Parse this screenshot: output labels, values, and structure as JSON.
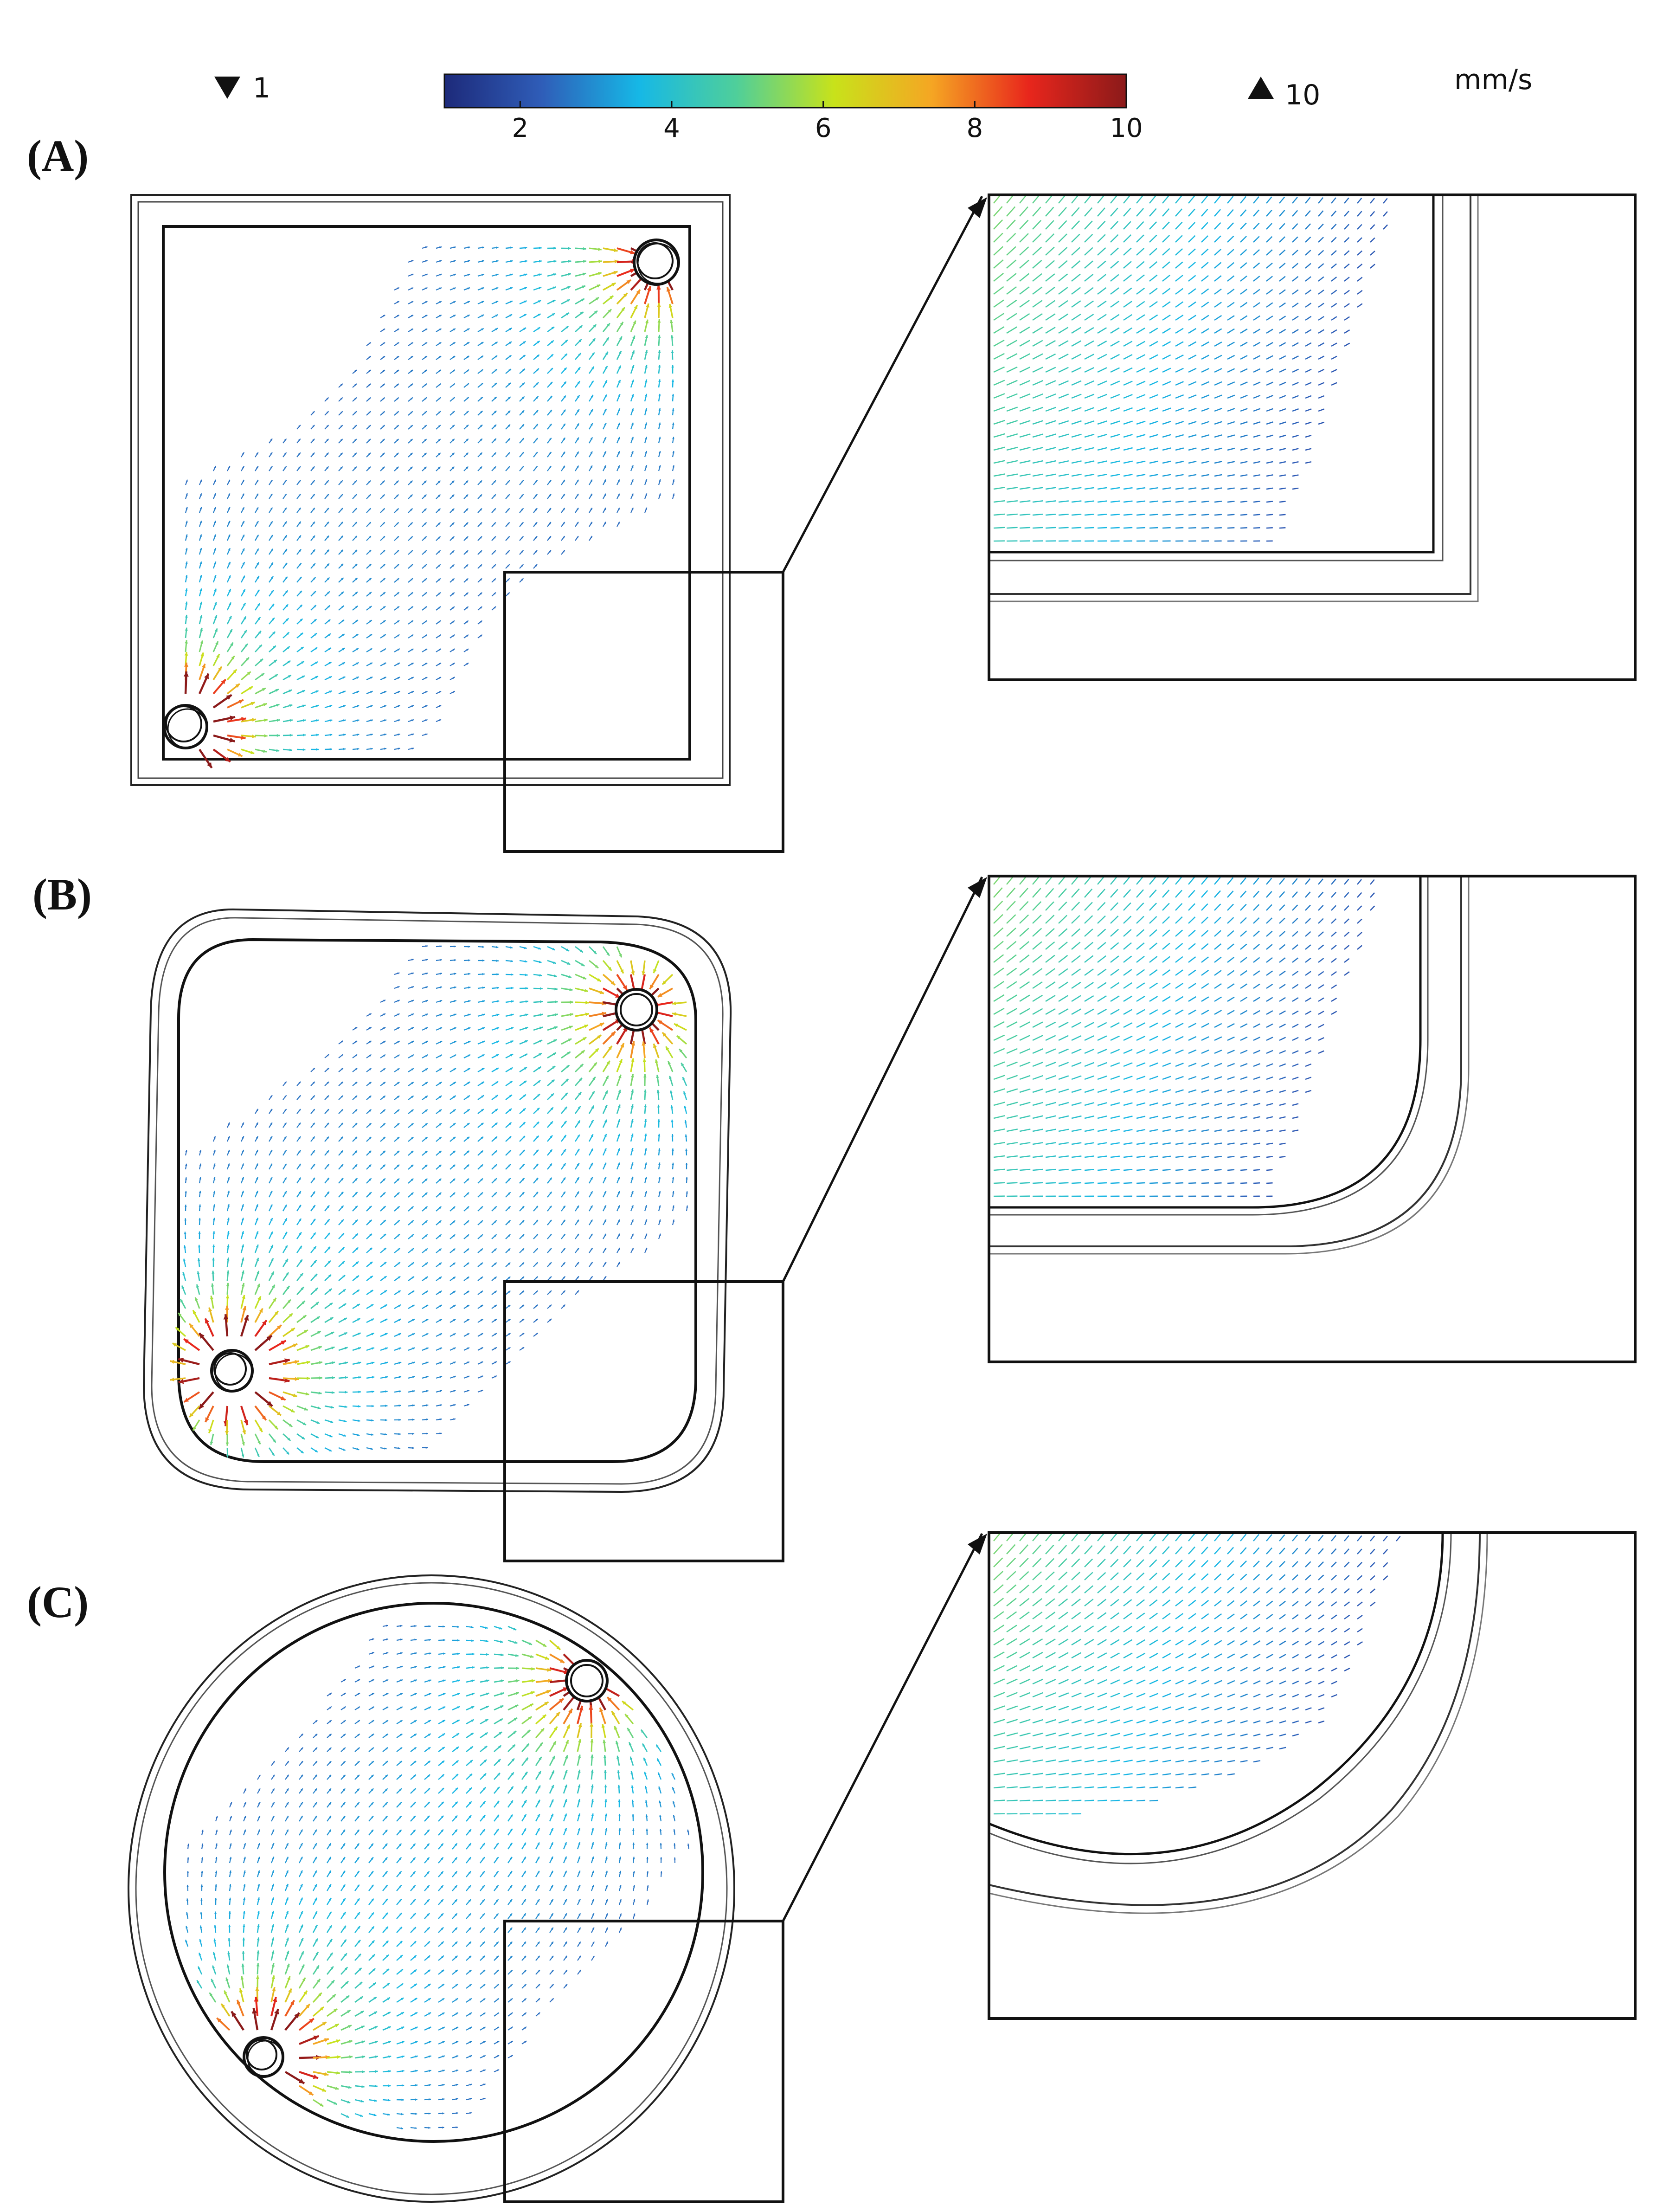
{
  "colorbar": {
    "min_marker": "1",
    "max_marker": "10",
    "unit": "mm/s",
    "ticks": [
      "2",
      "4",
      "6",
      "8",
      "10"
    ],
    "tick_values": [
      2,
      4,
      6,
      8,
      10
    ],
    "range": [
      1,
      10
    ],
    "colormap": [
      "#1d2a7a",
      "#2f5db8",
      "#16b8e6",
      "#4fcf9a",
      "#c8e21a",
      "#f5a623",
      "#e8261c",
      "#8b1a1a"
    ]
  },
  "panels": [
    {
      "label": "(A)",
      "shape": "square"
    },
    {
      "label": "(B)",
      "shape": "rounded-square"
    },
    {
      "label": "(C)",
      "shape": "circle"
    }
  ]
}
